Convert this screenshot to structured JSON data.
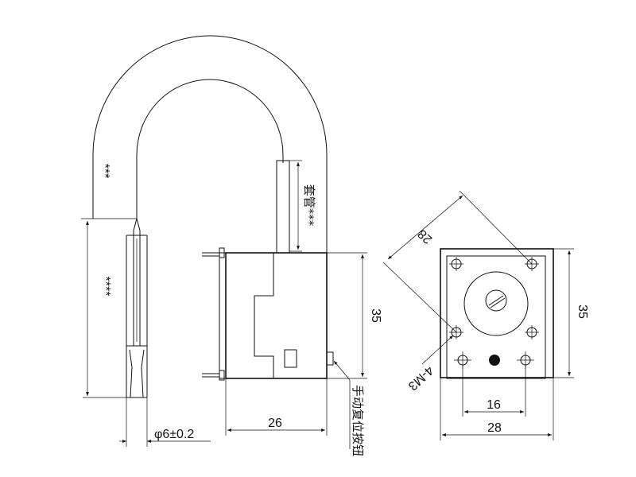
{
  "labels": {
    "capillary_length": "***",
    "probe_length": "****",
    "sleeve_length": "套管***",
    "probe_diameter": "φ6±0.2",
    "body_width": "26",
    "body_height": "35",
    "reset_button": "手动复位按钮",
    "hole_spacing_diag": "28",
    "mount_thread": "4-M3",
    "terminal_spacing": "16",
    "plate_width": "28",
    "plate_height": "35"
  },
  "colors": {
    "line": "#111111",
    "background": "#ffffff"
  }
}
